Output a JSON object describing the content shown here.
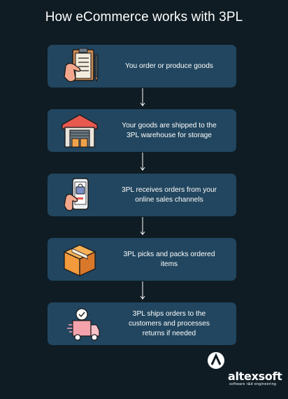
{
  "title": "How eCommerce works with 3PL",
  "steps": [
    {
      "text": "You order or produce goods",
      "icon": "clipboard-icon"
    },
    {
      "text": "Your goods are shipped to the\n3PL warehouse for storage",
      "icon": "warehouse-icon"
    },
    {
      "text": "3PL receives orders from your\nonline sales channels",
      "icon": "smartphone-icon"
    },
    {
      "text": "3PL picks and packs ordered\nitems",
      "icon": "box-icon"
    },
    {
      "text": "3PL ships orders to the\ncustomers and processes\nreturns if needed",
      "icon": "truck-icon"
    }
  ],
  "logo": {
    "name": "altexsoft",
    "tagline": "software r&d engineering"
  },
  "colors": {
    "background": "#0f1c24",
    "card": "#22465f",
    "accent_orange": "#f29a3c",
    "accent_pink": "#f4a3ad"
  }
}
